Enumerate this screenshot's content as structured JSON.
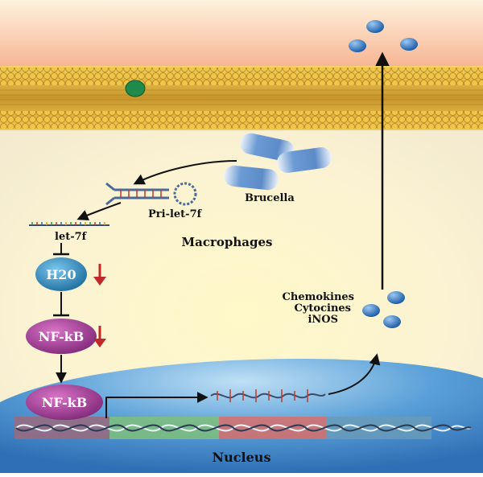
{
  "labels": {
    "brucella": "Brucella",
    "pri_let_7f": "Pri-let-7f",
    "let_7f": "let-7f",
    "macrophages": "Macrophages",
    "h20": "H20",
    "nfkb_cytoplasm": "NF-kB",
    "nfkb_nucleus": "NF-kB",
    "chemokines": "Chemokines",
    "cytocines": "Cytocines",
    "inos": "iNOS",
    "nucleus": "Nucleus"
  },
  "colors": {
    "membrane_top": "#f6c79a",
    "membrane_lipid": "#e0b43a",
    "cytoplasm": "#fbf6d6",
    "nucleus": "#3f86c8",
    "h20_node": "#2a7fb0",
    "nfkb_node": "#a13a93",
    "down_arrow": "#c0282a",
    "secreted_dot": "#2f6fc0",
    "membrane_particle": "#1f8a4a"
  },
  "icons": {
    "down_regulation": "red-down-arrow-icon",
    "inhibition": "t-bar-inhibition-icon"
  }
}
